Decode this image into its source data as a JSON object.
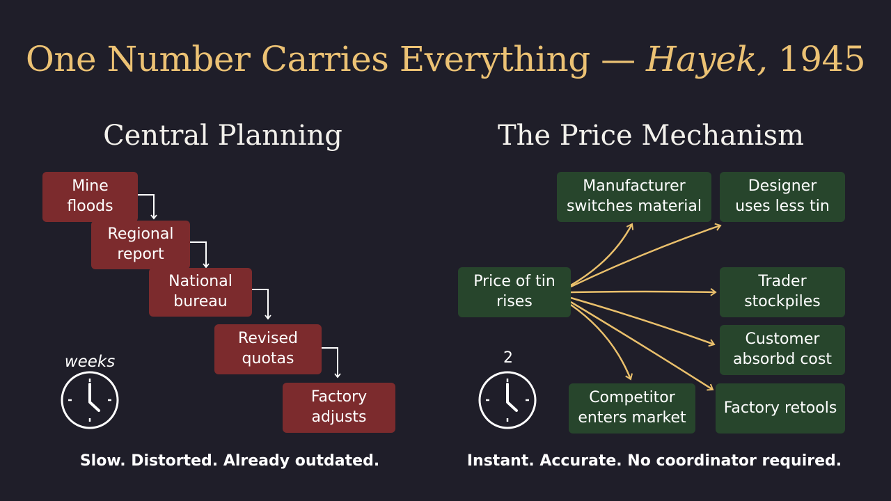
{
  "title": {
    "main": "One Number Carries Everything — ",
    "italic": "Hayek,",
    "year": " 1945"
  },
  "left": {
    "heading": "Central Planning",
    "steps": [
      "Mine\nfloods",
      "Regional\nreport",
      "National\nbureau",
      "Revised\nquotas",
      "Factory\nadjusts"
    ],
    "clock_label": "weeks",
    "caption": "Slow. Distorted. Already outdated."
  },
  "right": {
    "heading": "The Price Mechanism",
    "source": "Price of tin\nrises",
    "effects": [
      "Manufacturer\nswitches material",
      "Designer\nuses less tin",
      "Trader\nstockpiles",
      "Customer\nabsorbd cost",
      "Factory retools",
      "Competitor\nenters market"
    ],
    "clock_label": "2",
    "caption": "Instant. Accurate. No coordinator required."
  },
  "colors": {
    "title": "#ecc274",
    "arrow": "#eac06c",
    "planning_box": "#7c2b2d",
    "price_box": "#27452c",
    "background": "#1f1e29"
  }
}
